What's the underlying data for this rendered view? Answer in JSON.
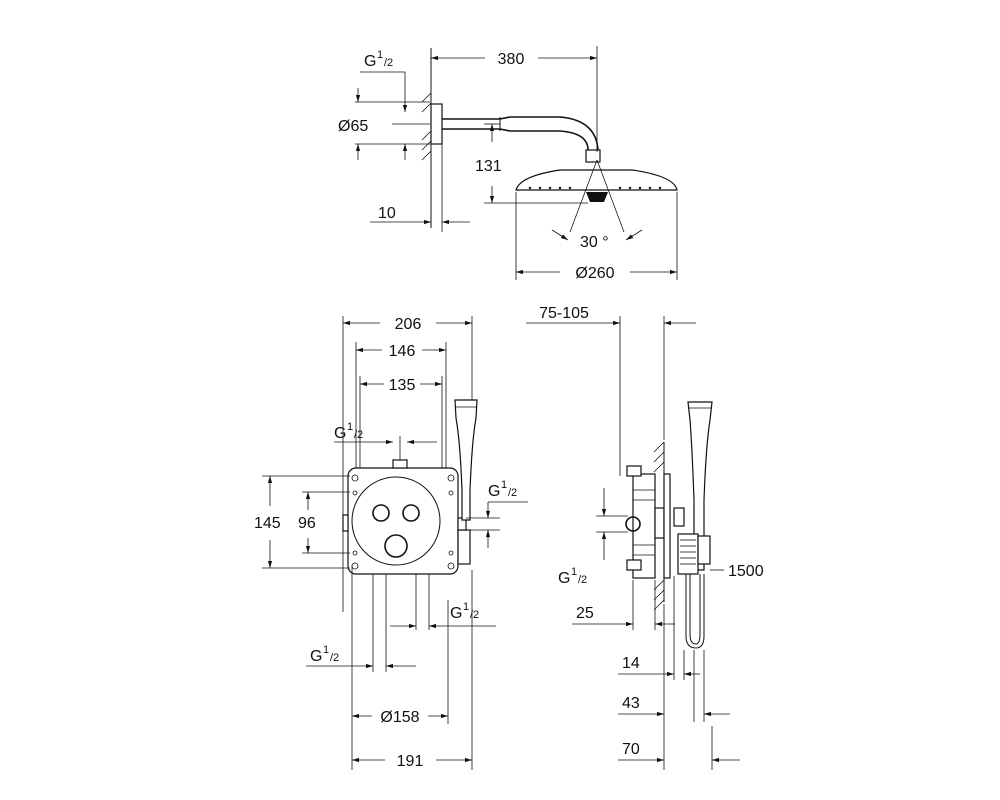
{
  "diagram": {
    "top_view": {
      "dim_length": "380",
      "dim_thread": "G",
      "dim_thread_sup": "1",
      "dim_thread_sub": "/2",
      "dim_flange_dia": "Ø65",
      "dim_drop": "131",
      "dim_wall": "10",
      "dim_angle": "30 °",
      "dim_head_dia": "Ø260"
    },
    "front_view": {
      "dim_width": "206",
      "dim_inner": "146",
      "dim_spacing": "135",
      "dim_height": "145",
      "dim_inner_height": "96",
      "dim_dia": "Ø158",
      "dim_overall": "191",
      "thread_top": "G",
      "thread_right": "G",
      "thread_bottom_right": "G",
      "thread_bottom_left": "G",
      "thread_sup": "1",
      "thread_sub": "/2"
    },
    "side_view": {
      "dim_depth": "75-105",
      "dim_thread": "G",
      "dim_thread_sup": "1",
      "dim_thread_sub": "/2",
      "dim_hose": "1500",
      "dim_25": "25",
      "dim_14": "14",
      "dim_43": "43",
      "dim_70": "70"
    }
  }
}
